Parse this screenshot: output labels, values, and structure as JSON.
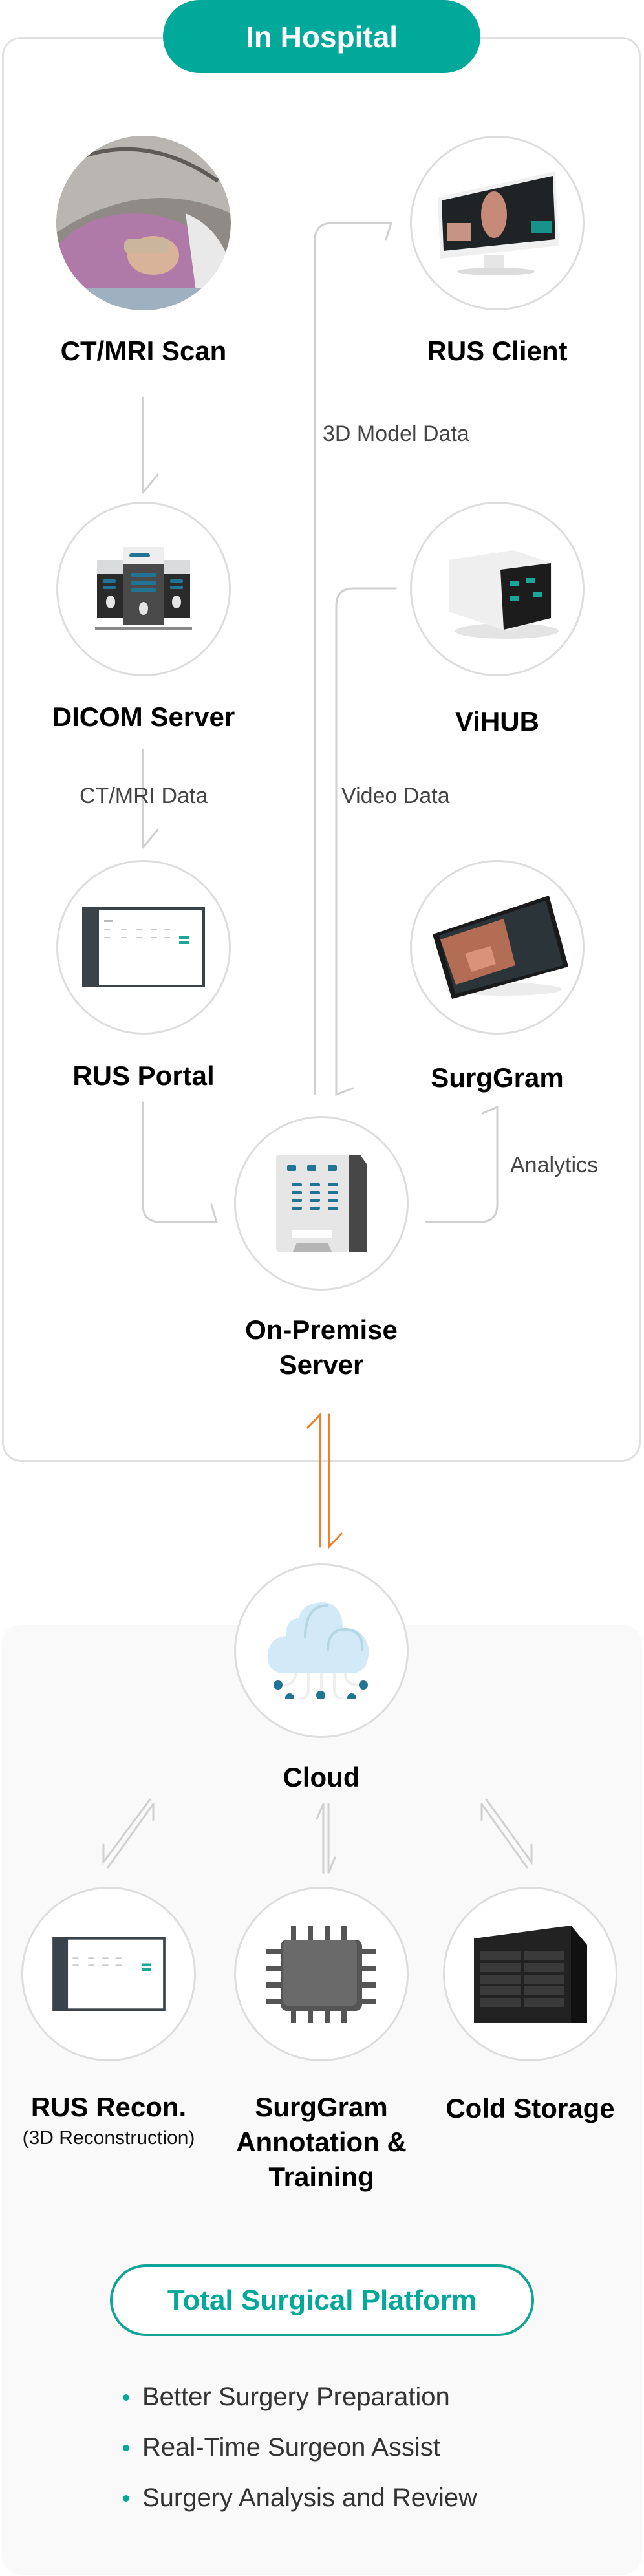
{
  "colors": {
    "accent": "#00a99a",
    "sync_arrow": "#f07f2e",
    "connector": "#d0d0d0",
    "server_blue": "#227494"
  },
  "hospital": {
    "title": "In Hospital",
    "nodes": {
      "ct_mri": {
        "label": "CT/MRI Scan",
        "icon": "mri-scanner-photo"
      },
      "rus_client": {
        "label": "RUS Client",
        "icon": "desktop-monitor"
      },
      "dicom": {
        "label": "DICOM Server",
        "icon": "server-rack"
      },
      "vihub": {
        "label": "ViHUB",
        "icon": "vihub-device"
      },
      "rus_portal": {
        "label": "RUS Portal",
        "icon": "portal-screen"
      },
      "surggram": {
        "label": "SurgGram",
        "icon": "tablet"
      },
      "on_premise": {
        "label_line1": "On-Premise",
        "label_line2": "Server",
        "icon": "server-tower"
      }
    },
    "flows": {
      "model_data": "3D Model Data",
      "ct_data": "CT/MRI Data",
      "video_data": "Video Data",
      "analytics": "Analytics"
    }
  },
  "cloud": {
    "label": "Cloud",
    "icon": "cloud-network",
    "nodes": {
      "rus_recon": {
        "label": "RUS Recon.",
        "sublabel": "(3D Reconstruction)",
        "icon": "portal-screen"
      },
      "surggram_training": {
        "label_line1": "SurgGram",
        "label_line2": "Annotation &",
        "label_line3": "Training",
        "icon": "cpu-chip"
      },
      "cold_storage": {
        "label": "Cold Storage",
        "icon": "nas-storage"
      }
    }
  },
  "platform": {
    "title": "Total Surgical Platform",
    "benefits": [
      "Better Surgery Preparation",
      "Real-Time Surgeon Assist",
      "Surgery Analysis and Review"
    ]
  }
}
